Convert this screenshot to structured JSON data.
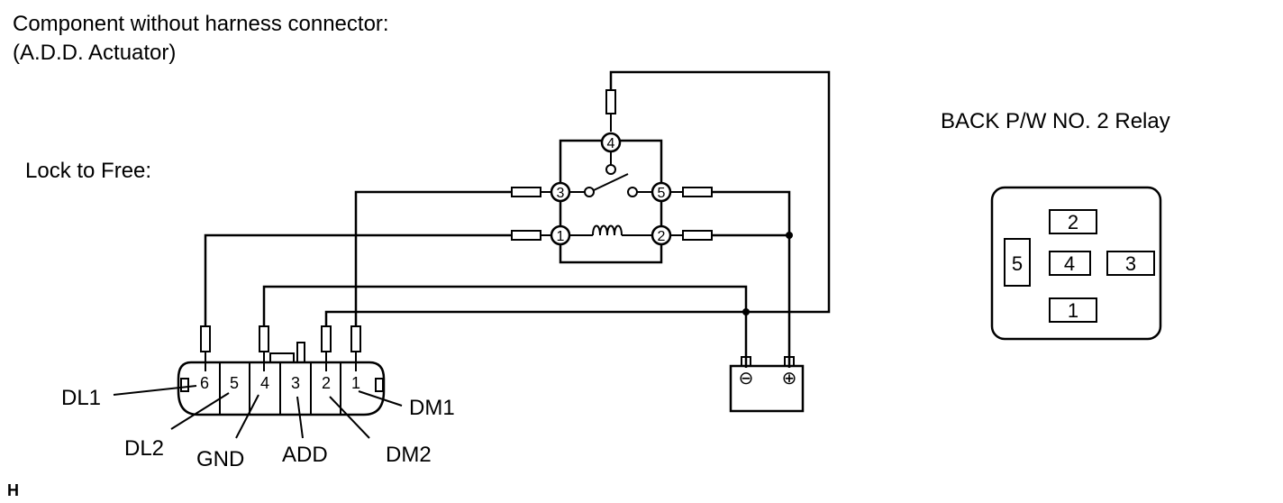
{
  "header": {
    "line1": "Component without harness connector:",
    "line2": "(A.D.D. Actuator)"
  },
  "condition_label": "Lock to Free:",
  "relay_title": "BACK P/W NO. 2 Relay",
  "relay_pins": {
    "p1": "1",
    "p2": "2",
    "p3": "3",
    "p4": "4",
    "p5": "5"
  },
  "relay_terminals": {
    "t1": "1",
    "t2": "2",
    "t3": "3",
    "t4": "4",
    "t5": "5"
  },
  "connector_pins": [
    "6",
    "5",
    "4",
    "3",
    "2",
    "1"
  ],
  "connector_labels": {
    "dl1": "DL1",
    "dl2": "DL2",
    "gnd": "GND",
    "add": "ADD",
    "dm2": "DM2",
    "dm1": "DM1"
  },
  "battery": {
    "neg": "⊖",
    "pos": "⊕"
  },
  "footer_mark": "H"
}
